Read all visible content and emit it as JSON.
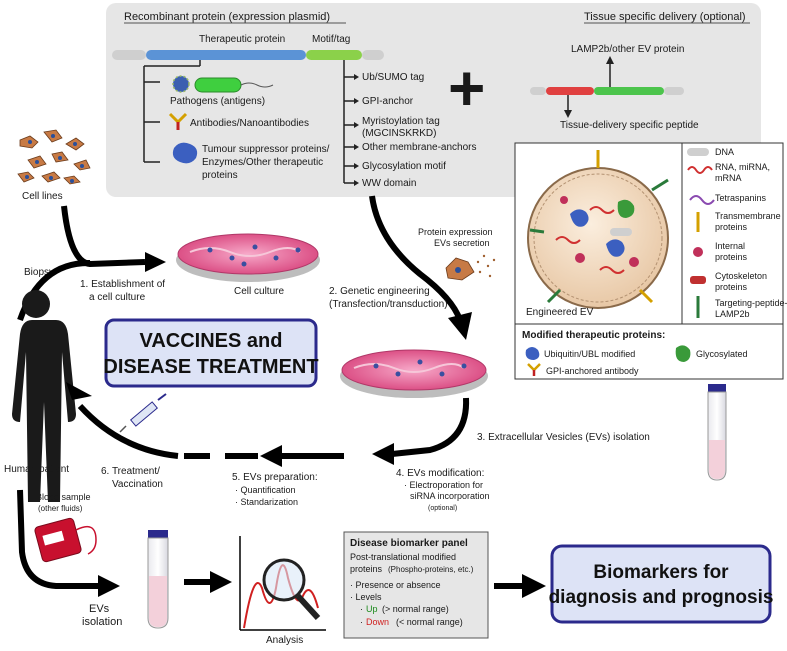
{
  "recombinant": {
    "header": "Recombinant protein (expression plasmid)",
    "therapeutic_protein": "Therapeutic protein",
    "motif_tag": "Motif/tag",
    "categories": [
      "Pathogens (antigens)",
      "Antibodies/Nanoantibodies",
      "Tumour suppressor proteins/",
      "Enzymes/Other therapeutic",
      "proteins"
    ],
    "tags": [
      "Ub/SUMO tag",
      "GPI-anchor",
      "Myristoylation tag",
      "(MGCINSKRKD)",
      "Other membrane-anchors",
      "Glycosylation motif",
      "WW domain"
    ]
  },
  "delivery": {
    "header": "Tissue specific delivery (optional)",
    "lamp": "LAMP2b/other EV protein",
    "peptide": "Tissue-delivery specific peptide"
  },
  "plus_sign": "+",
  "legend": {
    "items": [
      "DNA",
      "RNA, miRNA,",
      "mRNA",
      "Tetraspanins",
      "Transmembrane",
      "proteins",
      "Internal",
      "proteins",
      "Cytoskeleton",
      "proteins",
      "Targeting-peptide-",
      "LAMP2b"
    ],
    "engineered_ev": "Engineered EV",
    "modified_title": "Modified therapeutic proteins:",
    "modified": [
      "Ubiquitin/UBL modified",
      "Glycosylated",
      "GPI-anchored antibody"
    ]
  },
  "workflow": {
    "cell_lines": "Cell lines",
    "biopsy": "Biopsy",
    "step1": [
      "1. Establishment of",
      "a cell culture"
    ],
    "cell_culture": "Cell culture",
    "step2": [
      "2. Genetic engineering",
      "(Transfection/transduction)"
    ],
    "protein_expression": [
      "Protein expression",
      "EVs secretion"
    ],
    "vaccines": [
      "VACCINES  and",
      "DISEASE TREATMENT"
    ],
    "step3": "3. Extracellular Vesicles (EVs) isolation",
    "step4": [
      "4. EVs modification:",
      "· Electroporation for",
      "siRNA incorporation",
      "(optional)"
    ],
    "step5": [
      "5. EVs preparation:",
      "· Quantification",
      "· Standarization"
    ],
    "step6": [
      "6. Treatment/",
      "Vaccination"
    ],
    "human_patient": "Human patient",
    "blood_sample": [
      "Blood sample",
      "(other fluids)"
    ],
    "evs_isolation": [
      "EVs",
      "isolation"
    ],
    "analysis": "Analysis"
  },
  "biomarker_panel": {
    "title": "Disease biomarker panel",
    "lines": [
      "Post-translational modified",
      "proteins",
      "(Phospho-proteins, etc.)",
      "· Presence or absence",
      "· Levels"
    ],
    "up": "Up",
    "up_note": "(> normal range)",
    "down": "Down",
    "down_note": "(< normal range)",
    "bullet": "·"
  },
  "biomarkers": [
    "Biomarkers for",
    "diagnosis and prognosis"
  ],
  "colors": {
    "panel_gray": "#e6e6e6",
    "box_border": "#2b2a8c",
    "box_fill": "#dde3f6",
    "up": "#1a8a1a",
    "down": "#d02020",
    "ev_fill": "#f1dcc6"
  }
}
